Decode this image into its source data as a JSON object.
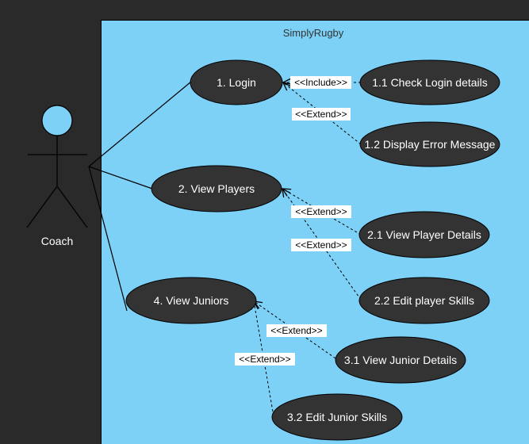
{
  "system": {
    "title": "SimplyRugby"
  },
  "actor": {
    "name": "Coach"
  },
  "use_cases": {
    "login": "1. Login",
    "check_login": "1.1 Check Login details",
    "display_error": "1.2 Display Error Message",
    "view_players": "2. View Players",
    "view_player_details": "2.1 View Player Details",
    "edit_player_skills": "2.2 Edit player Skills",
    "view_juniors": "4. View Juniors",
    "view_junior_details": "3.1 View Junior Details",
    "edit_junior_skills": "3.2 Edit Junior Skills"
  },
  "relations": {
    "include_1_1": "<<Include>>",
    "extend_1_2": "<<Extend>>",
    "extend_2_1": "<<Extend>>",
    "extend_2_2": "<<Extend>>",
    "extend_3_1": "<<Extend>>",
    "extend_3_2": "<<Extend>>"
  },
  "colors": {
    "background": "#2a2a2a",
    "system_fill": "#7dd1f6",
    "use_case_fill": "#333333",
    "actor_head": "#7dd1f6"
  }
}
